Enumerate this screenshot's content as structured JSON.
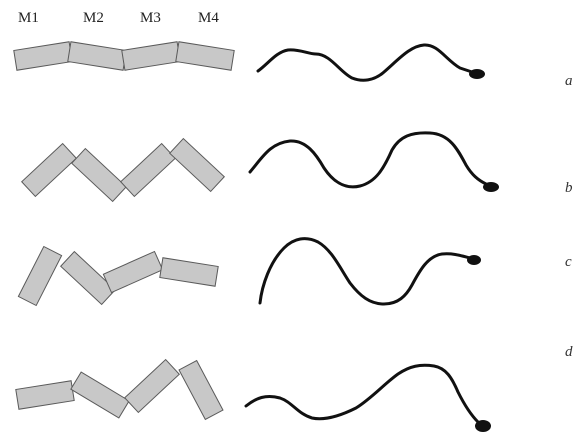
{
  "segment_labels": [
    "M1",
    "M2",
    "M3",
    "M4"
  ],
  "rows": [
    {
      "label": "a"
    },
    {
      "label": "b"
    },
    {
      "label": "c"
    },
    {
      "label": "d"
    }
  ]
}
